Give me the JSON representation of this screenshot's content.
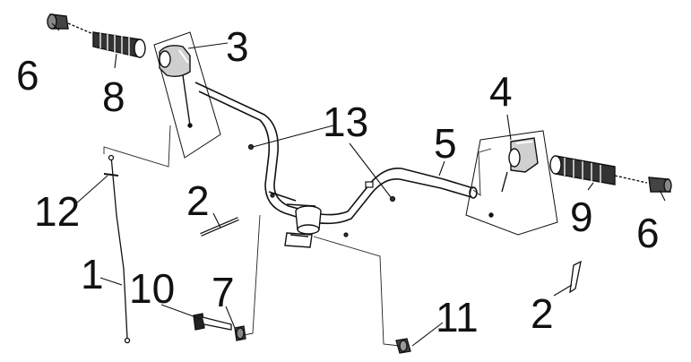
{
  "diagram": {
    "callouts": [
      {
        "id": "c6a",
        "text": "6"
      },
      {
        "id": "c8",
        "text": "8"
      },
      {
        "id": "c3",
        "text": "3"
      },
      {
        "id": "c13",
        "text": "13"
      },
      {
        "id": "c4",
        "text": "4"
      },
      {
        "id": "c5",
        "text": "5"
      },
      {
        "id": "c12",
        "text": "12"
      },
      {
        "id": "c2a",
        "text": "2"
      },
      {
        "id": "c9",
        "text": "9"
      },
      {
        "id": "c6b",
        "text": "6"
      },
      {
        "id": "c1",
        "text": "1"
      },
      {
        "id": "c10",
        "text": "10"
      },
      {
        "id": "c7",
        "text": "7"
      },
      {
        "id": "c11",
        "text": "11"
      },
      {
        "id": "c2b",
        "text": "2"
      }
    ],
    "colors": {
      "line": "#111111",
      "fill": "#ffffff",
      "shade": "#d8d8d8",
      "dark": "#555555"
    }
  }
}
